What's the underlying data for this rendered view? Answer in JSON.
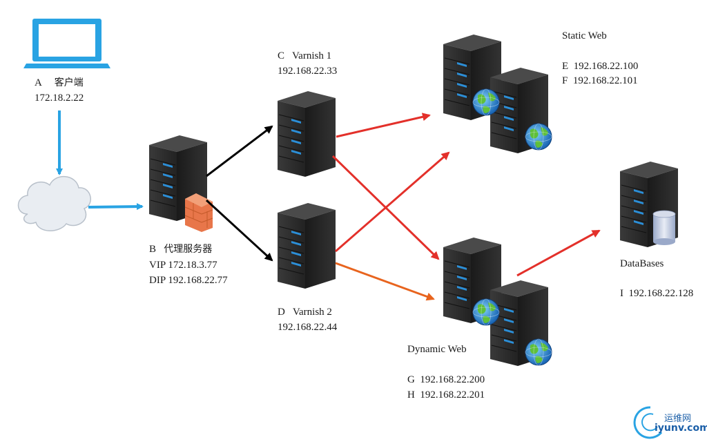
{
  "nodes": {
    "client": {
      "id": "A",
      "name": "客户端",
      "ip": "172.18.2.22"
    },
    "proxy": {
      "id": "B",
      "name": "代理服务器",
      "vip": "VIP 172.18.3.77",
      "dip": "DIP 192.168.22.77"
    },
    "varnish1": {
      "id": "C",
      "name": "Varnish 1",
      "ip": "192.168.22.33"
    },
    "varnish2": {
      "id": "D",
      "name": "Varnish 2",
      "ip": "192.168.22.44"
    },
    "static_web": {
      "title": "Static Web",
      "e": "E  192.168.22.100",
      "f": "F  192.168.22.101"
    },
    "dynamic_web": {
      "title": "Dynamic Web",
      "g": "G  192.168.22.200",
      "h": "H  192.168.22.201"
    },
    "databases": {
      "title": "DataBases",
      "i": "I  192.168.22.128"
    }
  },
  "watermark": {
    "cn": "运维网",
    "en": "iyunv.com"
  },
  "colors": {
    "client_link": "#29a3e3",
    "proxy_link": "#000000",
    "varnish_link": "#e3302a",
    "orange_link": "#e8641e",
    "server_body": "#2b2b2b",
    "led": "#2b8fd8"
  }
}
